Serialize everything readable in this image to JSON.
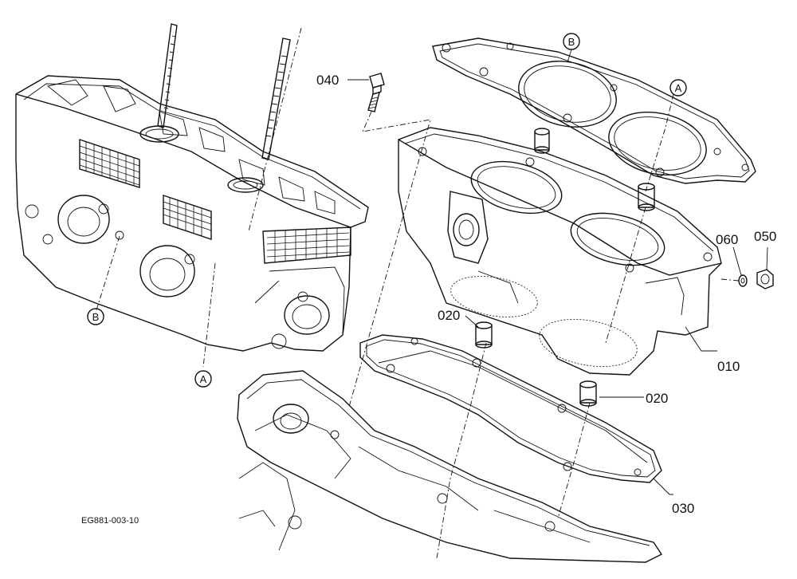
{
  "diagram": {
    "drawing_code": "EG881-003-10",
    "part_labels": {
      "p010": "010",
      "p020a": "020",
      "p020b": "020",
      "p030": "030",
      "p040": "040",
      "p050": "050",
      "p060": "060"
    },
    "reference_marks": {
      "a_top": "A",
      "b_top": "B",
      "a_bottom": "A",
      "b_left": "B"
    }
  }
}
